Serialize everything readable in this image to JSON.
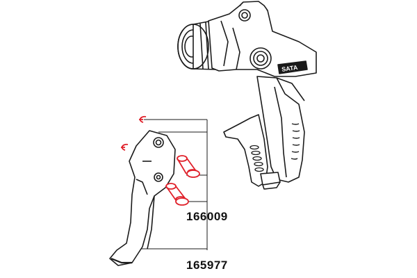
{
  "diagram": {
    "part_labels": {
      "upper": "166009",
      "lower": "165977"
    },
    "gun_badge_text": "SATA",
    "colors": {
      "highlight": "#e0202a",
      "line": "#1a1a1a",
      "background": "#ffffff"
    }
  }
}
